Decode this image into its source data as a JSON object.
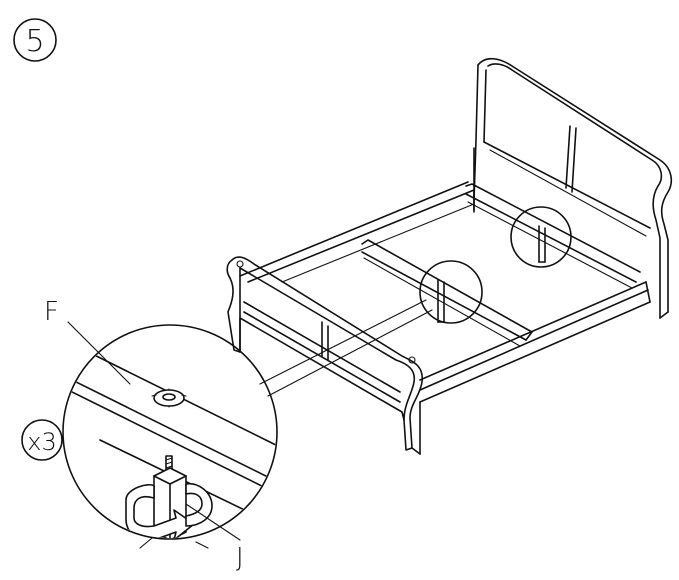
{
  "step": {
    "number": "5"
  },
  "callout": {
    "quantity": "x3",
    "part_f": "F",
    "part_j": "J"
  }
}
